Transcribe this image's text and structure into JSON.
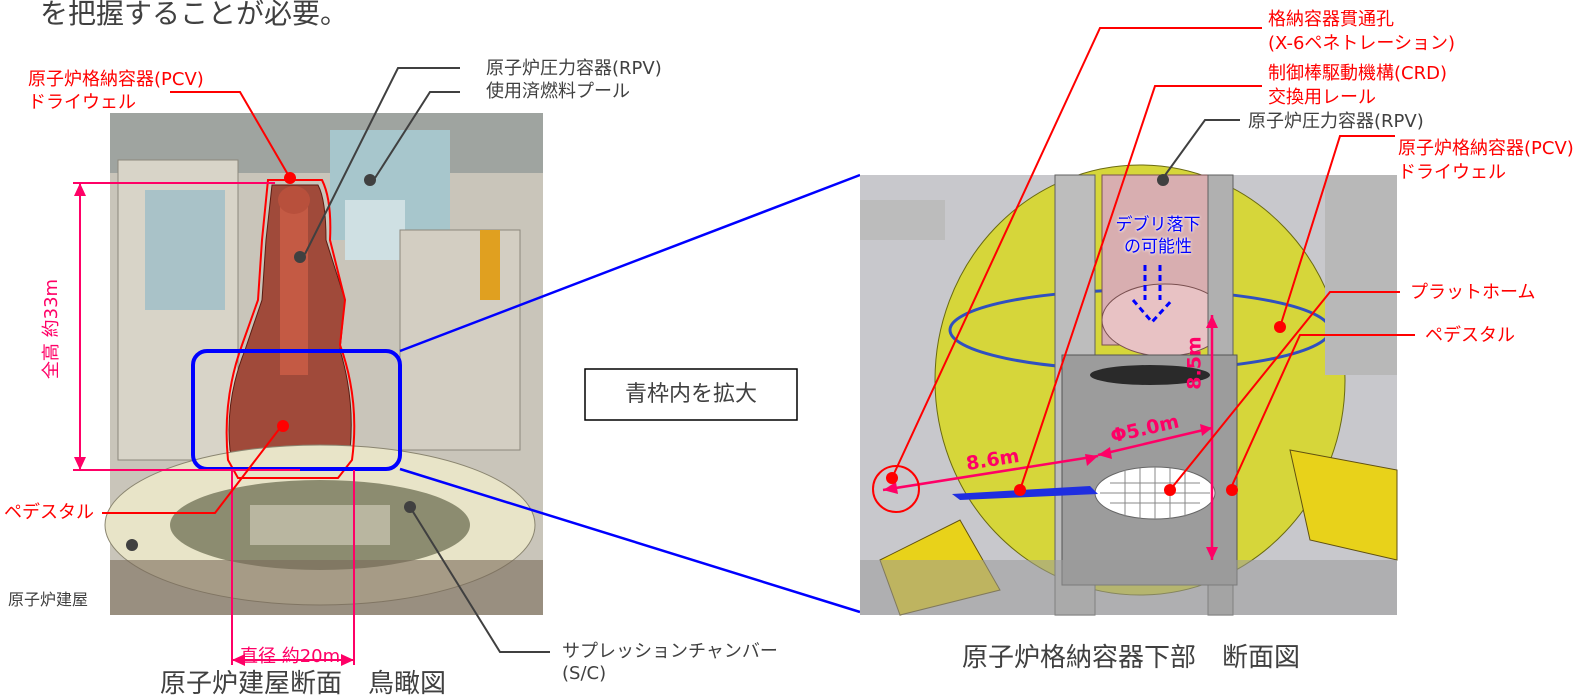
{
  "header": {
    "partial_text": "を把握することが必要。"
  },
  "left": {
    "pcv_label": [
      "原子炉格納容器(PCV)",
      "ドライウェル"
    ],
    "rpv_label": "原子炉圧力容器(RPV)",
    "spent_fuel_pool_label": "使用済燃料プール",
    "height_label": "全高 約33m",
    "pedestal_label": "ペデスタル",
    "building_label": "原子炉建屋",
    "diameter_label": "直径 約20m",
    "sc_label": [
      "サプレッションチャンバー",
      "(S/C)"
    ],
    "caption": "原子炉建屋断面　鳥瞰図"
  },
  "middle": {
    "zoom_note": "青枠内を拡大"
  },
  "right": {
    "penetration_label": [
      "格納容器貫通孔",
      "(X-6ペネトレーション)"
    ],
    "crd_rail_label": [
      "制御棒駆動機構(CRD)",
      "交換用レール"
    ],
    "rpv_label": "原子炉圧力容器(RPV)",
    "pcv_label": [
      "原子炉格納容器(PCV)",
      "ドライウェル"
    ],
    "debris_label": [
      "デブリ落下",
      "の可能性"
    ],
    "platform_label": "プラットホーム",
    "pedestal_label": "ペデスタル",
    "dim_height": "8.5m",
    "dim_diameter": "Φ5.0m",
    "dim_distance": "8.6m",
    "caption": "原子炉格納容器下部　断面図"
  },
  "colors": {
    "accent_red": "#ff0000",
    "accent_magenta": "#ff0066",
    "zoom_blue": "#0000ff",
    "pcv_yellow": "#d6d63a"
  }
}
